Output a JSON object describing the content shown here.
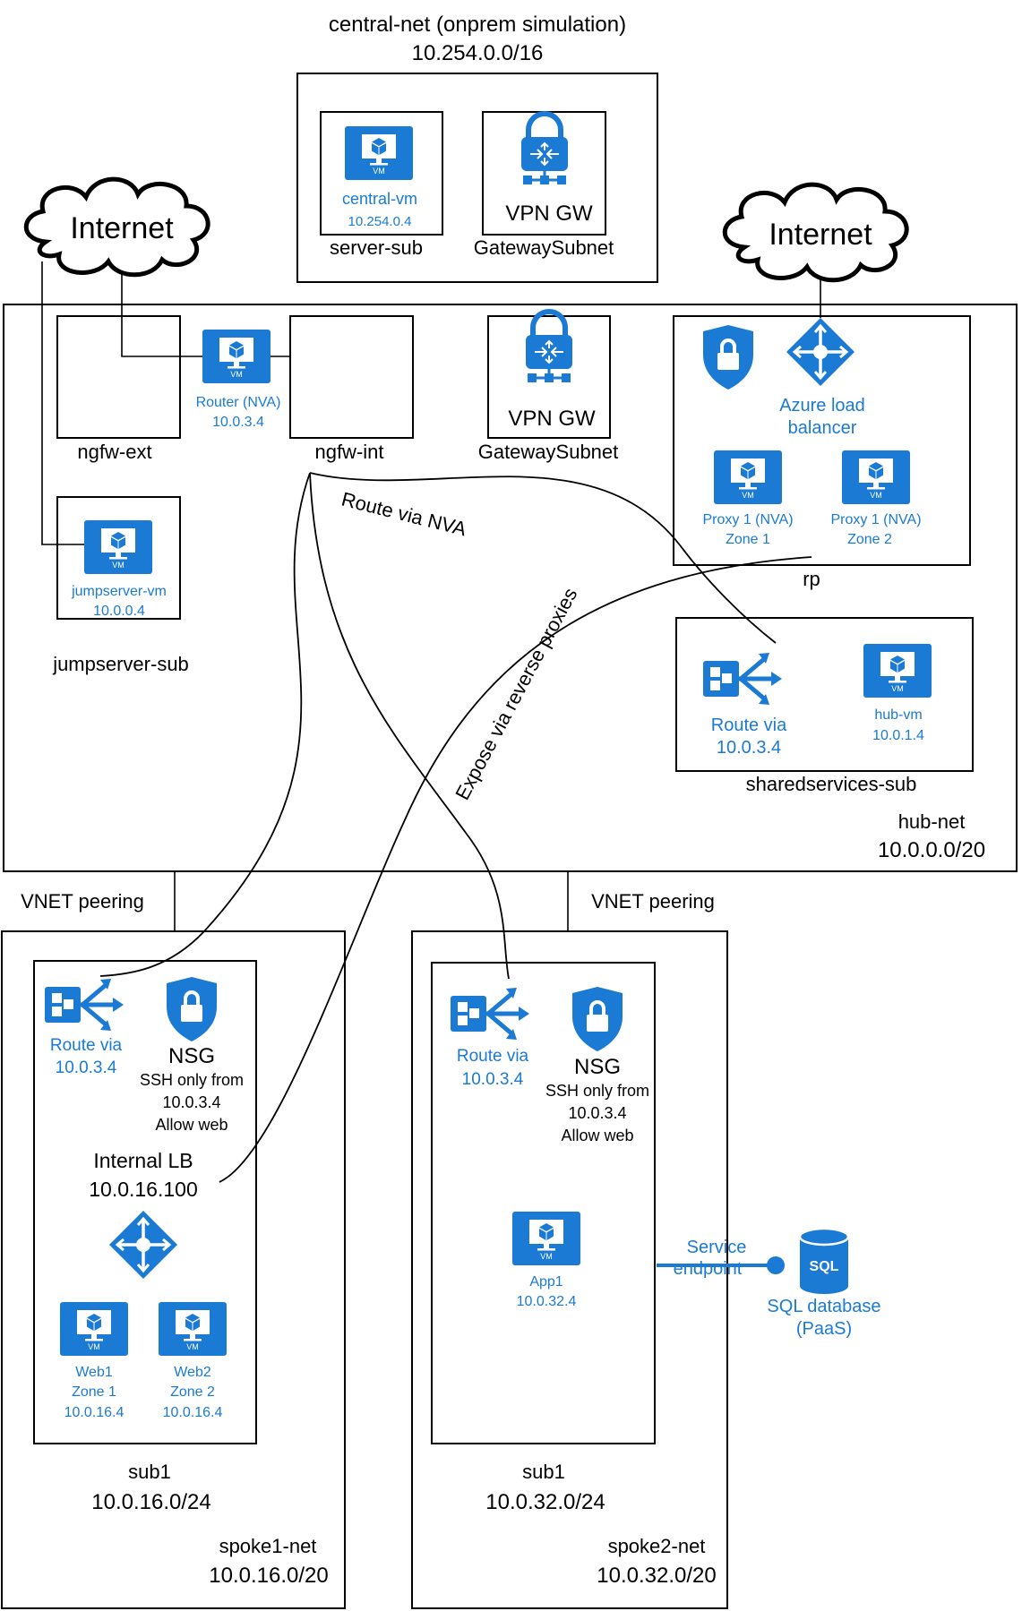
{
  "central_net": {
    "name": "central-net (onprem simulation)",
    "cidr": "10.254.0.0/16"
  },
  "central_vm": {
    "badge": "VM",
    "name": "central-vm",
    "ip": "10.254.0.4"
  },
  "server_sub": {
    "label": "server-sub"
  },
  "central_gateway": {
    "vpn_label": "VPN GW",
    "subnet_label": "GatewaySubnet"
  },
  "internet_left": {
    "label": "Internet"
  },
  "internet_right": {
    "label": "Internet"
  },
  "hub_net": {
    "name": "hub-net",
    "cidr": "10.0.0.0/20",
    "ngfw_ext": "ngfw-ext",
    "ngfw_int": "ngfw-int",
    "router": {
      "badge": "VM",
      "name": "Router (NVA)",
      "ip": "10.0.3.4"
    },
    "gateway": {
      "vpn_label": "VPN GW",
      "subnet_label": "GatewaySubnet"
    },
    "rp": {
      "label": "rp",
      "lb_line1": "Azure load",
      "lb_line2": "balancer",
      "proxy1": {
        "badge": "VM",
        "name": "Proxy 1 (NVA)",
        "zone": "Zone 1"
      },
      "proxy2": {
        "badge": "VM",
        "name": "Proxy 1 (NVA)",
        "zone": "Zone 2"
      }
    },
    "jumpserver_sub": {
      "label": "jumpserver-sub",
      "vm_badge": "VM",
      "vm_name": "jumpserver-vm",
      "vm_ip": "10.0.0.4"
    },
    "sharedservices_sub": {
      "label": "sharedservices-sub",
      "route_label": "Route via",
      "route_ip": "10.0.3.4",
      "vm_badge": "VM",
      "vm_name": "hub-vm",
      "vm_ip": "10.0.1.4"
    }
  },
  "annotations": {
    "route_via_nva": "Route via NVA",
    "expose_via_reverse_proxies": "Expose via reverse proxies"
  },
  "peering_left": {
    "label": "VNET peering"
  },
  "peering_right": {
    "label": "VNET peering"
  },
  "spoke1": {
    "net_name": "spoke1-net",
    "net_cidr": "10.0.16.0/20",
    "sub_name": "sub1",
    "sub_cidr": "10.0.16.0/24",
    "route_label": "Route via",
    "route_ip": "10.0.3.4",
    "nsg": {
      "title": "NSG",
      "line1": "SSH only from",
      "line2": "10.0.3.4",
      "line3": "Allow web"
    },
    "internal_lb": {
      "label": "Internal LB",
      "ip": "10.0.16.100"
    },
    "web1": {
      "badge": "VM",
      "name": "Web1",
      "zone": "Zone 1",
      "ip": "10.0.16.4"
    },
    "web2": {
      "badge": "VM",
      "name": "Web2",
      "zone": "Zone 2",
      "ip": "10.0.16.4"
    }
  },
  "spoke2": {
    "net_name": "spoke2-net",
    "net_cidr": "10.0.32.0/20",
    "sub_name": "sub1",
    "sub_cidr": "10.0.32.0/24",
    "route_label": "Route via",
    "route_ip": "10.0.3.4",
    "nsg": {
      "title": "NSG",
      "line1": "SSH only from",
      "line2": "10.0.3.4",
      "line3": "Allow web"
    },
    "app1": {
      "badge": "VM",
      "name": "App1",
      "ip": "10.0.32.4"
    }
  },
  "service_endpoint": {
    "line1": "Service",
    "line2": "endpoint"
  },
  "sql_database": {
    "icon_text": "SQL",
    "line1": "SQL database",
    "line2": "(PaaS)"
  },
  "colors": {
    "azure_blue": "#1a7ad4",
    "line": "#000000",
    "background": "#ffffff"
  }
}
